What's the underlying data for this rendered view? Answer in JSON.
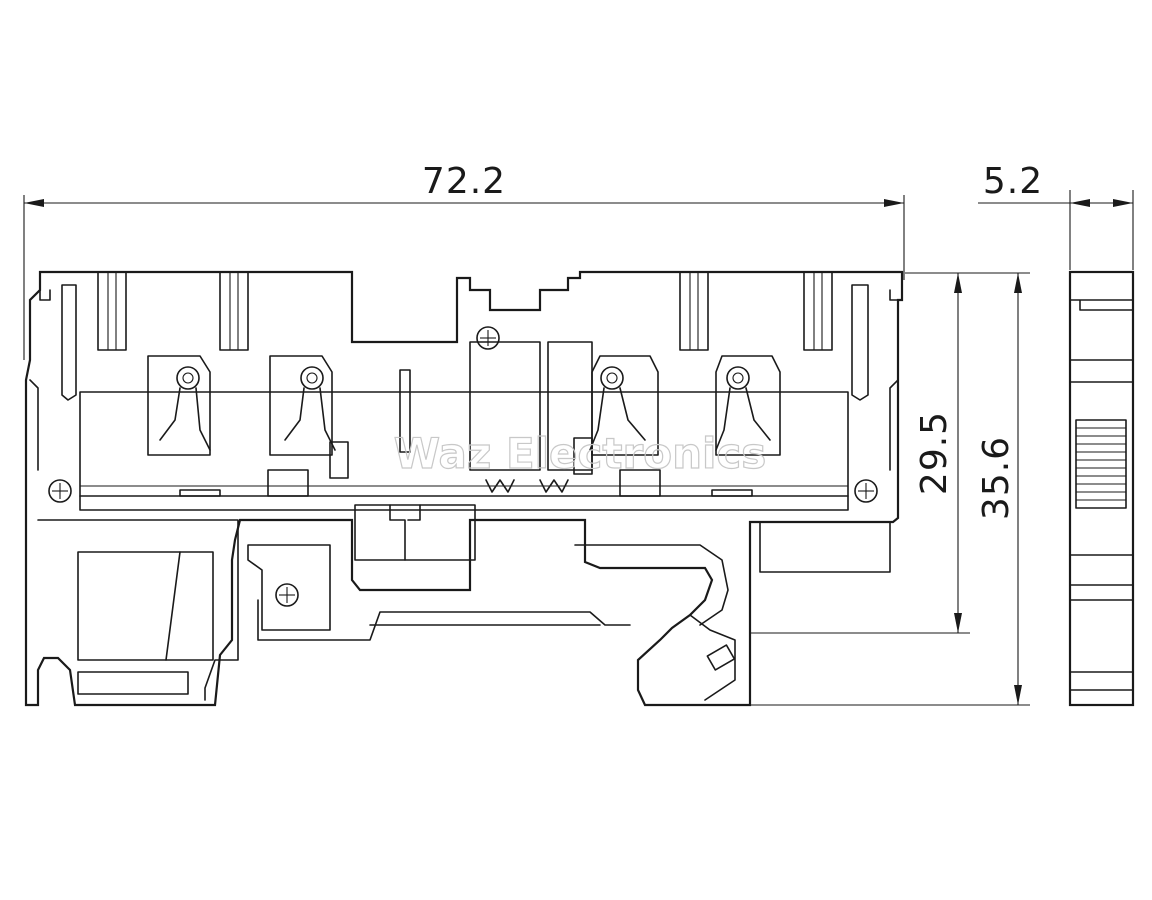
{
  "dimensions": {
    "overall_width": "72.2",
    "side_width": "5.2",
    "height_to_rail": "29.5",
    "overall_height": "35.6"
  },
  "watermark": "Waz Electronics",
  "colors": {
    "line": "#1a1a1a",
    "background": "#ffffff",
    "watermark": "#c8c8c8"
  }
}
